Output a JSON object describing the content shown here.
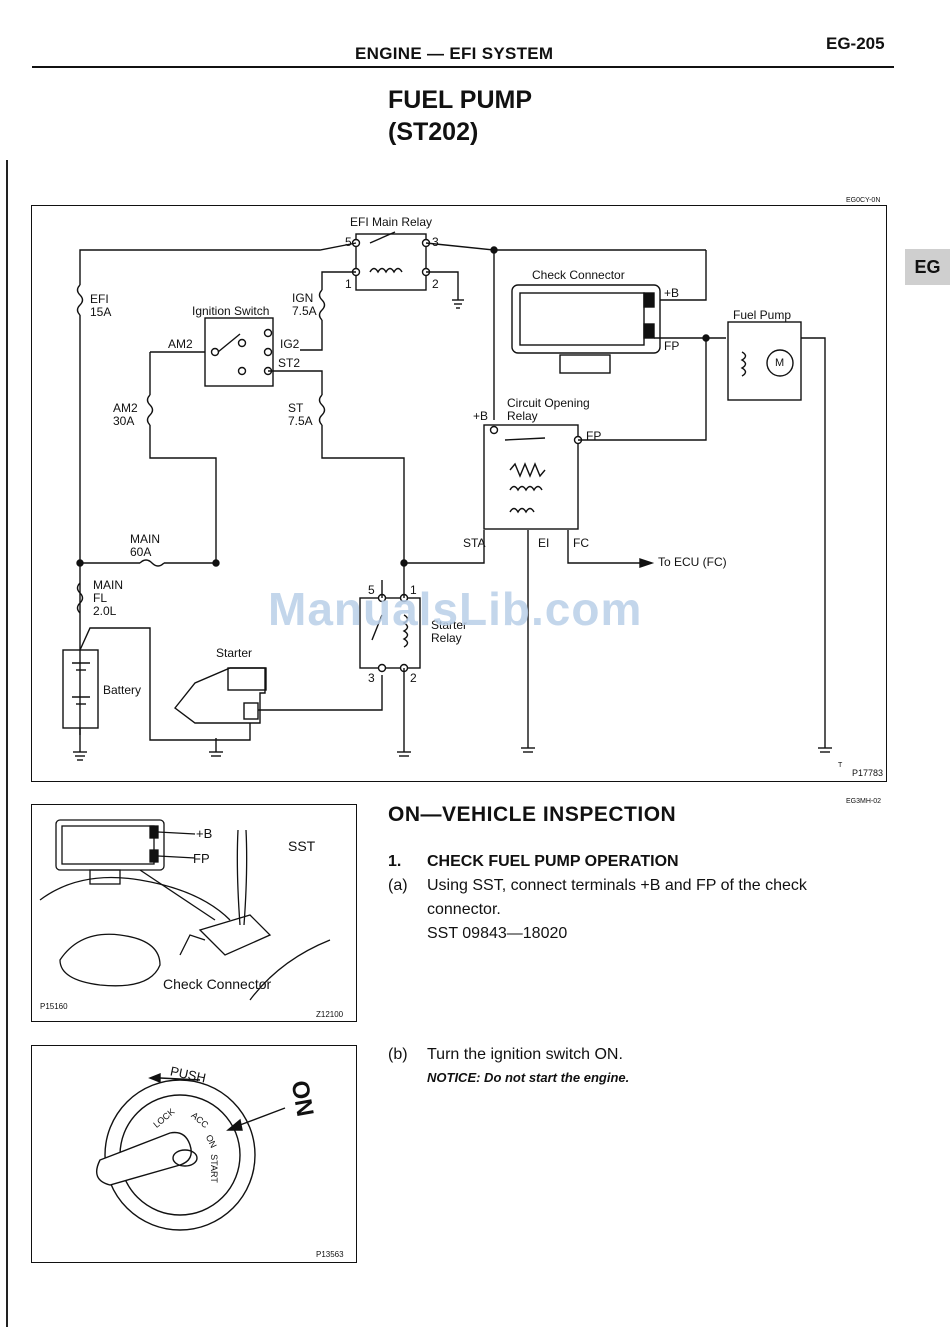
{
  "header": {
    "title": "ENGINE — EFI SYSTEM",
    "page": "EG-205"
  },
  "section": {
    "title_line1": "FUEL PUMP",
    "title_line2": "(ST202)"
  },
  "side_tab": "EG",
  "diagram": {
    "code": "EG0CY-0N",
    "figure_id": "P17783",
    "corner_mark": "T",
    "labels": {
      "efi_main_relay": "EFI Main Relay",
      "efi_fuse": "EFI",
      "efi_fuse_amp": "15A",
      "ign_fuse": "IGN",
      "ign_fuse_amp": "7.5A",
      "ignition_switch": "Ignition Switch",
      "am2": "AM2",
      "ig2": "IG2",
      "st2": "ST2",
      "am2_fuse": "AM2",
      "am2_fuse_amp": "30A",
      "st_fuse": "ST",
      "st_fuse_amp": "7.5A",
      "check_connector": "Check Connector",
      "plus_b": "+B",
      "fp": "FP",
      "fuel_pump": "Fuel Pump",
      "motor": "M",
      "circuit_opening_relay_1": "Circuit Opening",
      "circuit_opening_relay_2": "Relay",
      "cor_plus_b": "+B",
      "cor_fp": "FP",
      "sta": "STA",
      "ei": "EI",
      "fc": "FC",
      "to_ecu": "To ECU (FC)",
      "main_fuse": "MAIN",
      "main_fuse_amp": "60A",
      "main_fl_1": "MAIN",
      "main_fl_2": "FL",
      "main_fl_3": "2.0L",
      "starter": "Starter",
      "battery": "Battery",
      "starter_relay_1": "Starter",
      "starter_relay_2": "Relay",
      "pin_1": "1",
      "pin_2": "2",
      "pin_3": "3",
      "pin_5": "5",
      "sr_pin_5": "5",
      "sr_pin_1": "1",
      "sr_pin_3": "3",
      "sr_pin_2": "2"
    }
  },
  "watermark": "ManualsLib.com",
  "inspection": {
    "code": "EG3MH-02",
    "title": "ON—VEHICLE INSPECTION",
    "step1_num": "1.",
    "step1_title": "CHECK FUEL PUMP OPERATION",
    "a_label": "(a)",
    "a_line1": "Using SST, connect terminals +B and FP of the check",
    "a_line2": "connector.",
    "a_line3": "SST 09843—18020",
    "b_label": "(b)",
    "b_line1": "Turn the ignition switch ON.",
    "notice": "NOTICE: Do not start the engine."
  },
  "figure1": {
    "plus_b": "+B",
    "fp": "FP",
    "sst": "SST",
    "caption": "Check Connector",
    "id_left": "P15160",
    "id_right": "Z12100"
  },
  "figure2": {
    "push": "PUSH",
    "lock": "LOCK",
    "acc": "ACC",
    "on": "ON",
    "start": "START",
    "on_big": "ON",
    "id": "P13563"
  }
}
